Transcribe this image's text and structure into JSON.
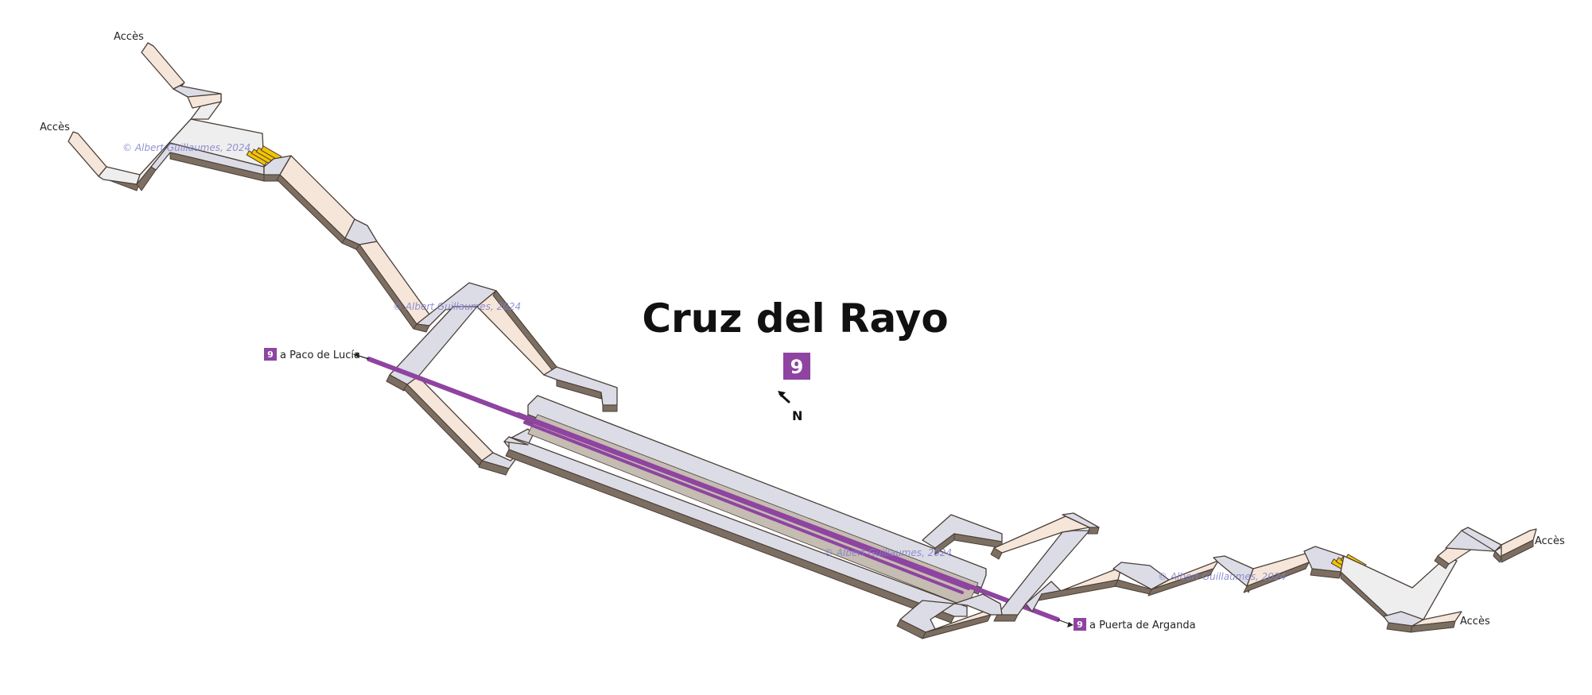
{
  "station": {
    "name": "Cruz del Rayo",
    "line": "9",
    "line_color": "#8e44a0"
  },
  "compass": {
    "label": "N"
  },
  "directions": {
    "west": {
      "line": "9",
      "label": "a Paco de Lucía"
    },
    "east": {
      "line": "9",
      "label": "a Puerta de Arganda"
    }
  },
  "accesses": [
    "Accès",
    "Accès",
    "Accès",
    "Accès"
  ],
  "watermark": "© Albert Guillaumes, 2024",
  "colors": {
    "corridor": "#dcdce6",
    "ramp": "#f6e6da",
    "hall": "#eeeeee",
    "edge": "#4a3f38",
    "side": "#7d6e62",
    "fare_gate": "#f5c400",
    "watermark": "#8080cc"
  }
}
